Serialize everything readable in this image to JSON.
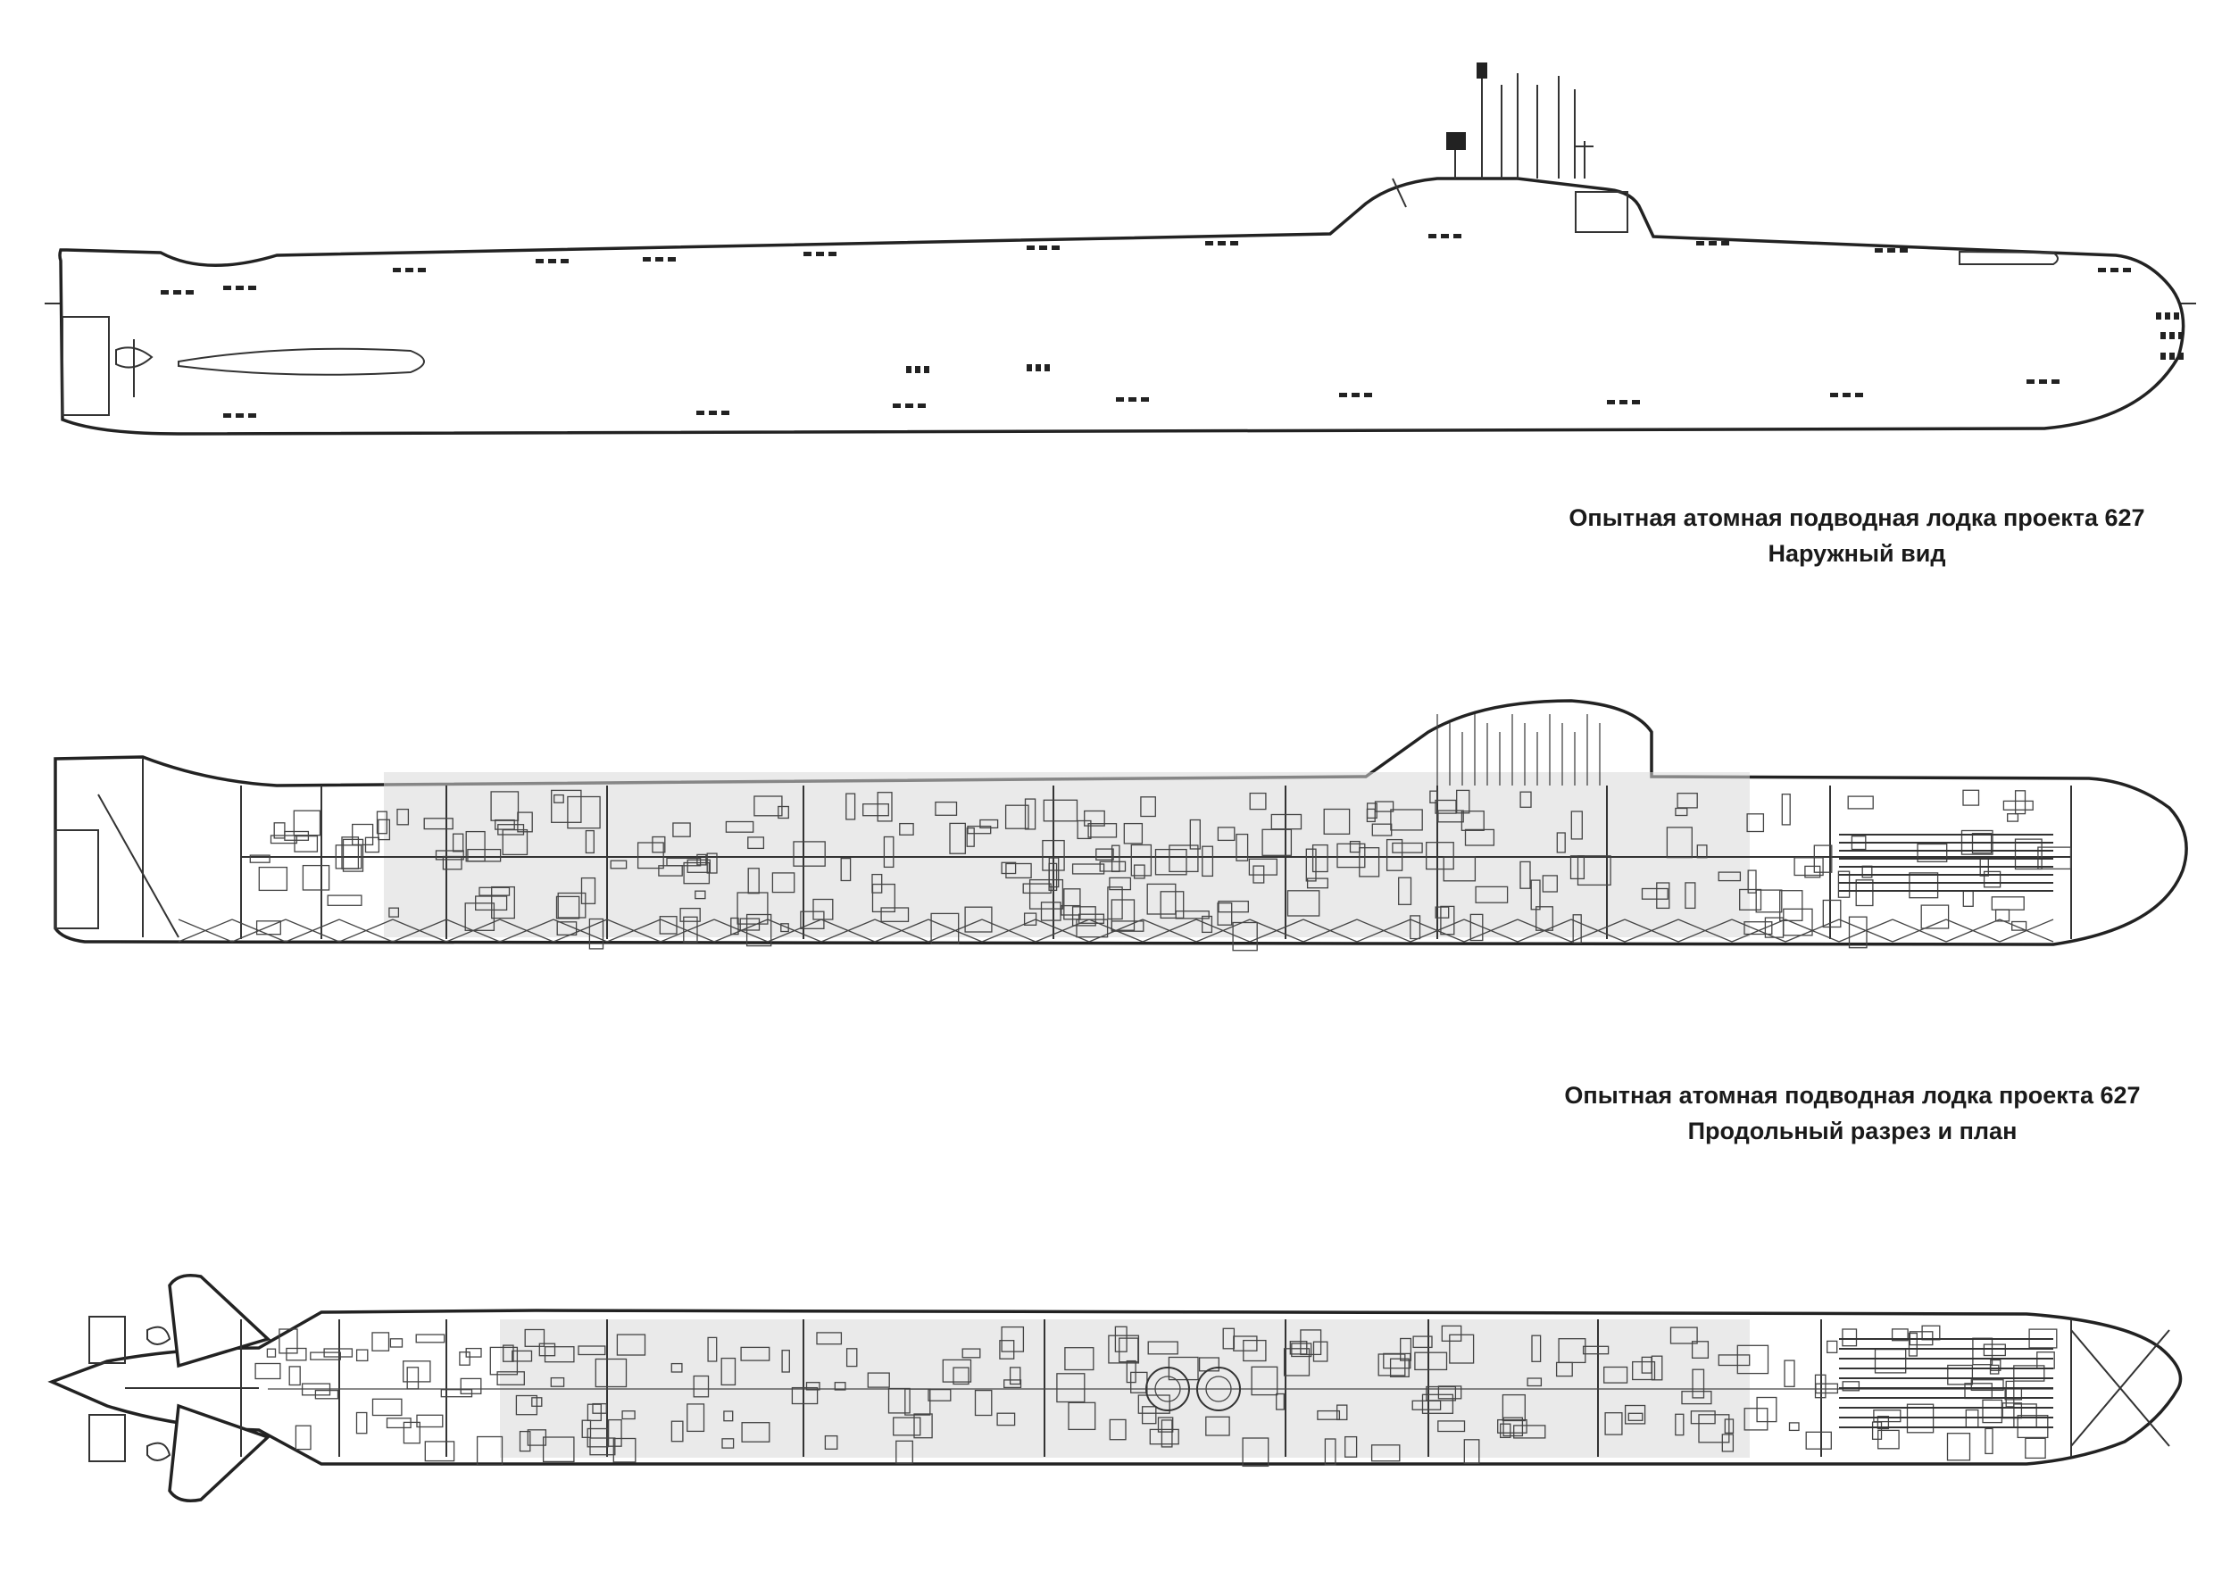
{
  "captions": [
    {
      "line1": "Опытная атомная подводная лодка проекта 627",
      "line2": "Наружный вид"
    },
    {
      "line1": "Опытная атомная подводная лодка проекта 627",
      "line2": "Продольный разрез и план"
    }
  ],
  "colors": {
    "ink": "#222222",
    "paper": "#ffffff"
  }
}
